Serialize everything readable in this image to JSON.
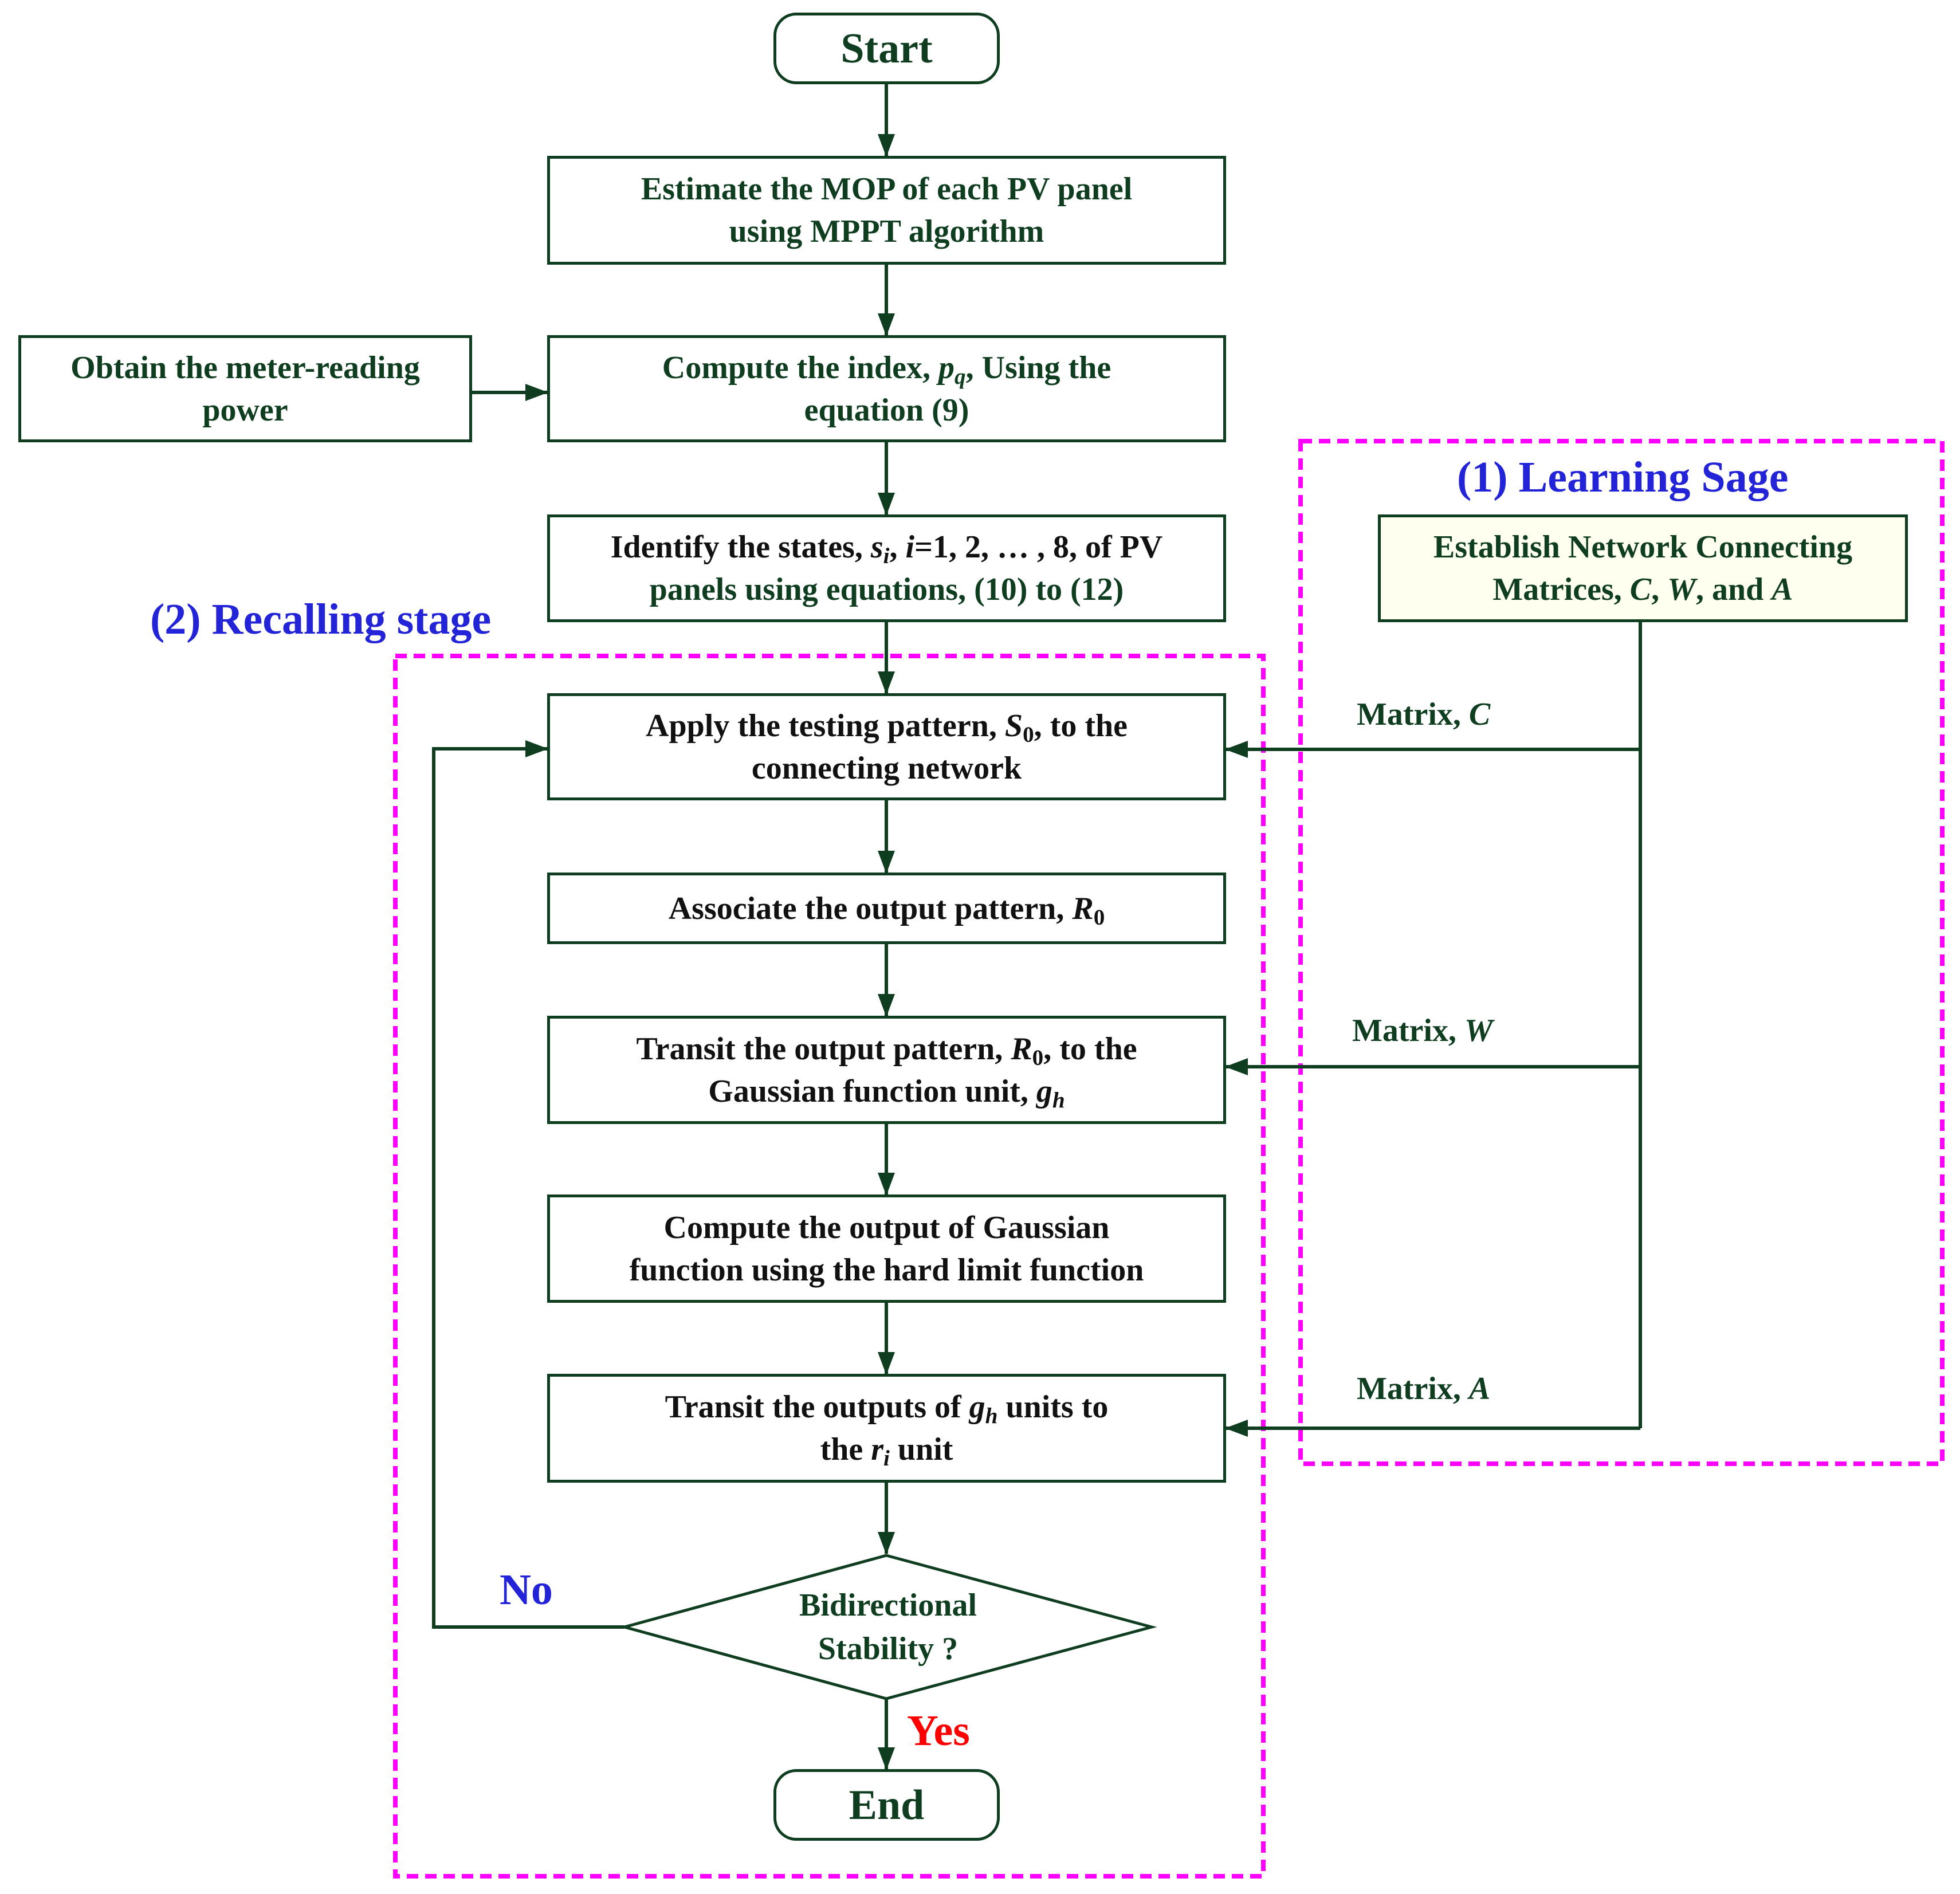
{
  "colors": {
    "text": "#0f3d1f",
    "dark_text": "#111111",
    "stage_border": "#ff00ff",
    "stage_title": "#2323d8",
    "yes": "#ff0000",
    "no": "#2323d8"
  },
  "stages": {
    "learning_title": "(1) Learning Sage",
    "recalling_title": "(2) Recalling stage"
  },
  "nodes": {
    "start": "Start",
    "estimate": {
      "line1": "Estimate the MOP of each PV panel",
      "line2": "using MPPT algorithm"
    },
    "meter": {
      "line1": "Obtain the meter-reading",
      "line2": "power"
    },
    "compute_index": {
      "a": "Compute the index, ",
      "var": "p",
      "sub": "q",
      "b": ", Using  the",
      "line2": "equation (9)"
    },
    "identify": {
      "a": "Identify the states, ",
      "var": "s",
      "sub": "i",
      "b": ", ",
      "var2": "i",
      "c": "=1, 2, … , 8, of PV",
      "line2": "panels using equations, (10) to (12)"
    },
    "establish": {
      "line1": "Establish Network Connecting",
      "a": "Matrices, ",
      "c": "C",
      "b": ", ",
      "w": "W",
      "d": ", and ",
      "A": "A"
    },
    "apply": {
      "a": "Apply the testing pattern, ",
      "var": "S",
      "sub": "0",
      "b": ", to  the",
      "line2": "connecting  network"
    },
    "associate": {
      "a": "Associate the output pattern, ",
      "var": "R",
      "sub": "0"
    },
    "transit_gauss": {
      "a": "Transit the output pattern, ",
      "var": "R",
      "sub": "0",
      "b": ", to the",
      "c": "Gaussian function unit, ",
      "var2": "g",
      "sub2": "h"
    },
    "compute_gauss": {
      "line1": "Compute the output of Gaussian",
      "line2": "function using the hard limit function"
    },
    "transit_r": {
      "a": "Transit the outputs of ",
      "var": "g",
      "sub": "h",
      "b": " units to",
      "c": "the ",
      "var2": "r",
      "sub2": "i",
      "d": " unit"
    },
    "decision": {
      "line1": "Bidirectional",
      "line2": "Stability ?"
    },
    "end": "End"
  },
  "edge_labels": {
    "matrix_c": {
      "a": "Matrix, ",
      "var": "C"
    },
    "matrix_w": {
      "a": "Matrix, ",
      "var": "W"
    },
    "matrix_a": {
      "a": "Matrix, ",
      "var": "A"
    },
    "yes": "Yes",
    "no": "No"
  }
}
